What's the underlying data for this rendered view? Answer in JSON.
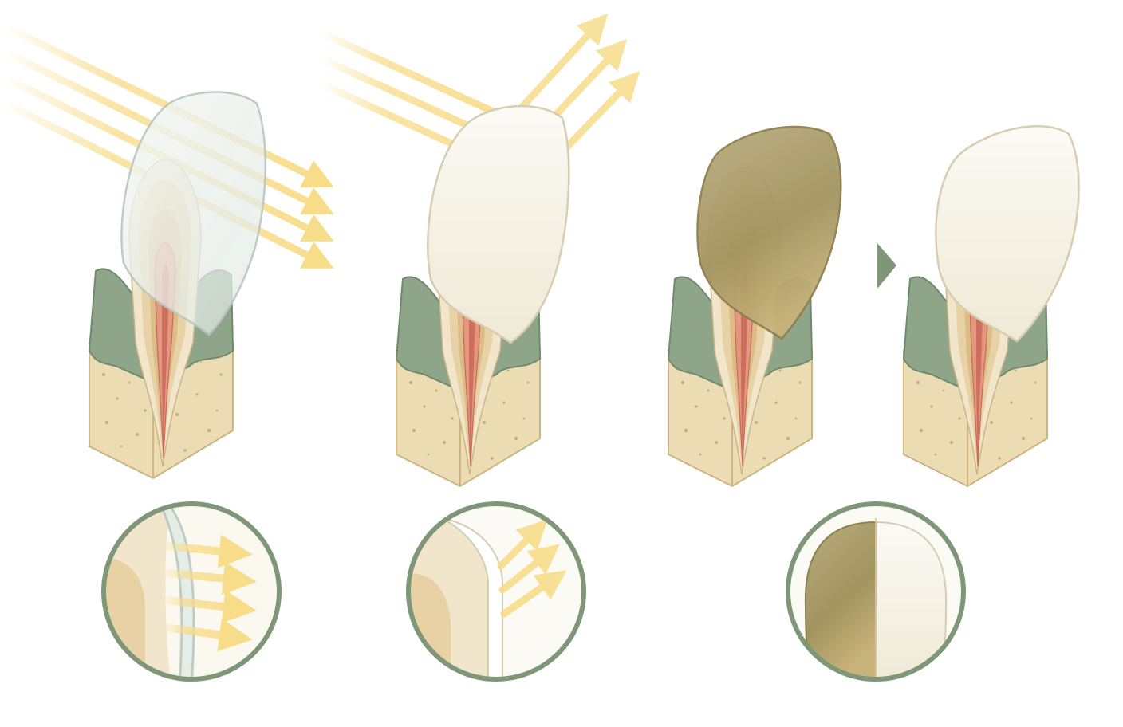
{
  "colors": {
    "background": "#ffffff",
    "light_ray": "#f7dc8a",
    "gum": "#8ea58a",
    "gum_dark": "#6f8a6c",
    "bone": "#ecdcb4",
    "bone_edge": "#cdb483",
    "bone_speck": "#b89a62",
    "dentin_outer": "#f1e6cc",
    "dentin_mid": "#e8d2a5",
    "dentin_inner": "#dcbd86",
    "pulp": "#e49680",
    "pulp_canal": "#c86a57",
    "clear_veneer": "#e3ebe6",
    "opaque_veneer": "#f6f2e6",
    "discolored_tooth": "#a99b6c",
    "whitened_tooth": "#f4f1e4",
    "lens_ring": "#7f9678",
    "step_arrow": "#7f9678",
    "outline": "#b8a27a"
  },
  "panels": [
    {
      "id": "translucent-veneer",
      "veneer": "translucent",
      "rays": "pass-through"
    },
    {
      "id": "opaque-veneer",
      "veneer": "opaque",
      "rays": "reflected"
    },
    {
      "id": "discolored-tooth",
      "veneer": "none",
      "rays": "none"
    },
    {
      "id": "covered-tooth",
      "veneer": "opaque",
      "rays": "none"
    }
  ],
  "icons": {
    "step_arrow": "triangle-right-icon",
    "light_arrow": "arrow-icon"
  }
}
